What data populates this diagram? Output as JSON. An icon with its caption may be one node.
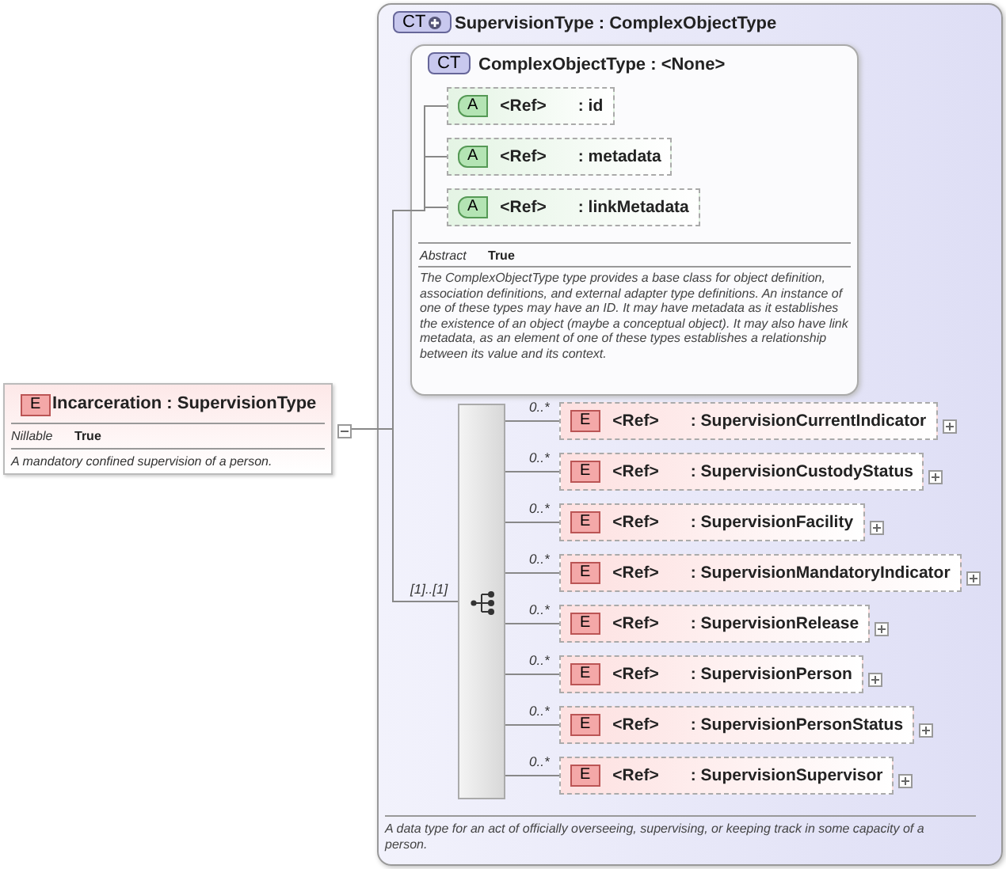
{
  "diagram": {
    "nodes": [
      {
        "text": [
          "E",
          "Incarceration : SupervisionType",
          "Nillable",
          "True",
          "A mandatory confined supervision of a person."
        ]
      },
      {
        "text": [
          "CT",
          "SupervisionType : ComplexObjectType",
          "A data type for an act of officially overseeing, supervising, or keeping track in some capacity of a person."
        ]
      },
      {
        "text": [
          "CT",
          "ComplexObjectType : <None>",
          "Abstract",
          "True",
          "The ComplexObjectType type provides a base class for object definition, association definitions, and external adapter type definitions. An instance of one of these types may have an ID. It may have metadata as it establishes the existence of an object (maybe a conceptual object). It may also have link metadata, as an element of one of these types establishes a relationship between its value and its context."
        ],
        "in": 1
      },
      {
        "text": [
          "A",
          "<Ref>",
          ": id"
        ],
        "in": 2
      },
      {
        "text": [
          "A",
          "<Ref>",
          ": metadata"
        ],
        "in": 2
      },
      {
        "text": [
          "A",
          "<Ref>",
          ": linkMetadata"
        ],
        "in": 2
      },
      {
        "text": [],
        "shape": "bar",
        "in": 1
      },
      {
        "text": [
          "E",
          "<Ref>",
          ": SupervisionCurrentIndicator"
        ],
        "beside": [
          "0..*"
        ],
        "in": 1
      },
      {
        "text": [
          "E",
          "<Ref>",
          ": SupervisionCustodyStatus"
        ],
        "beside": [
          "0..*"
        ],
        "in": 1
      },
      {
        "text": [
          "E",
          "<Ref>",
          ": SupervisionFacility"
        ],
        "beside": [
          "0..*"
        ],
        "in": 1
      },
      {
        "text": [
          "E",
          "<Ref>",
          ": SupervisionMandatoryIndicator"
        ],
        "beside": [
          "0..*"
        ],
        "in": 1
      },
      {
        "text": [
          "E",
          "<Ref>",
          ": SupervisionRelease"
        ],
        "beside": [
          "0..*"
        ],
        "in": 1
      },
      {
        "text": [
          "E",
          "<Ref>",
          ": SupervisionPerson"
        ],
        "beside": [
          "0..*"
        ],
        "in": 1
      },
      {
        "text": [
          "E",
          "<Ref>",
          ": SupervisionPersonStatus"
        ],
        "beside": [
          "0..*"
        ],
        "in": 1
      },
      {
        "text": [
          "E",
          "<Ref>",
          ": SupervisionSupervisor"
        ],
        "beside": [
          "0..*"
        ],
        "in": 1
      }
    ],
    "edges": [
      {
        "from": 0,
        "to": 3,
        "arrow": "none"
      },
      {
        "from": 0,
        "to": 4,
        "arrow": "none"
      },
      {
        "from": 0,
        "to": 5,
        "arrow": "none"
      },
      {
        "from": 0,
        "to": 6,
        "arrow": "none",
        "label": "[1]..[1]"
      },
      {
        "from": 6,
        "to": 7,
        "arrow": "none"
      },
      {
        "from": 6,
        "to": 8,
        "arrow": "none"
      },
      {
        "from": 6,
        "to": 9,
        "arrow": "none"
      },
      {
        "from": 6,
        "to": 10,
        "arrow": "none"
      },
      {
        "from": 6,
        "to": 11,
        "arrow": "none"
      },
      {
        "from": 6,
        "to": 12,
        "arrow": "none"
      },
      {
        "from": 6,
        "to": 13,
        "arrow": "none"
      },
      {
        "from": 6,
        "to": 14,
        "arrow": "none"
      }
    ]
  }
}
